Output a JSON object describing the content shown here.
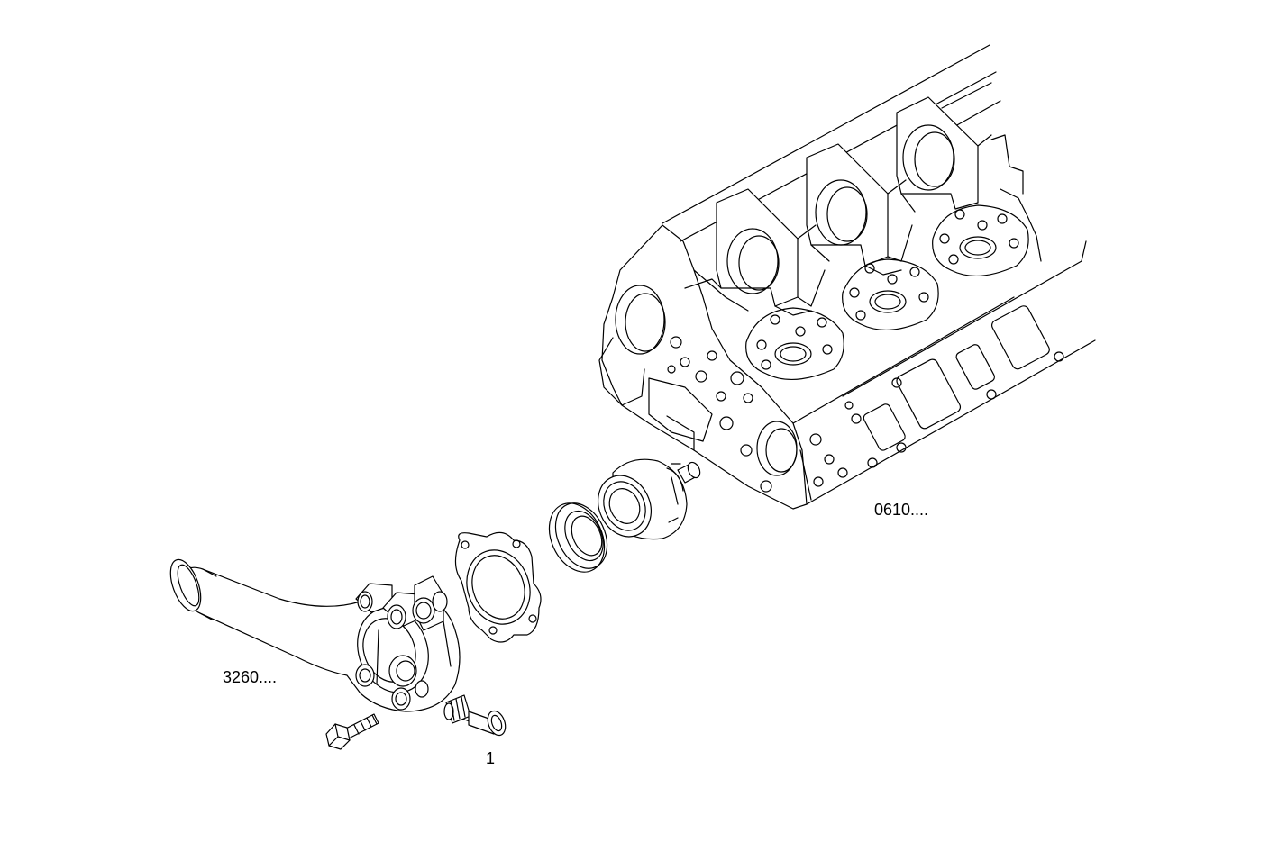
{
  "callouts": {
    "cylinder_head": "0610....",
    "thermostat_housing": "3260....",
    "fitting": "1"
  }
}
